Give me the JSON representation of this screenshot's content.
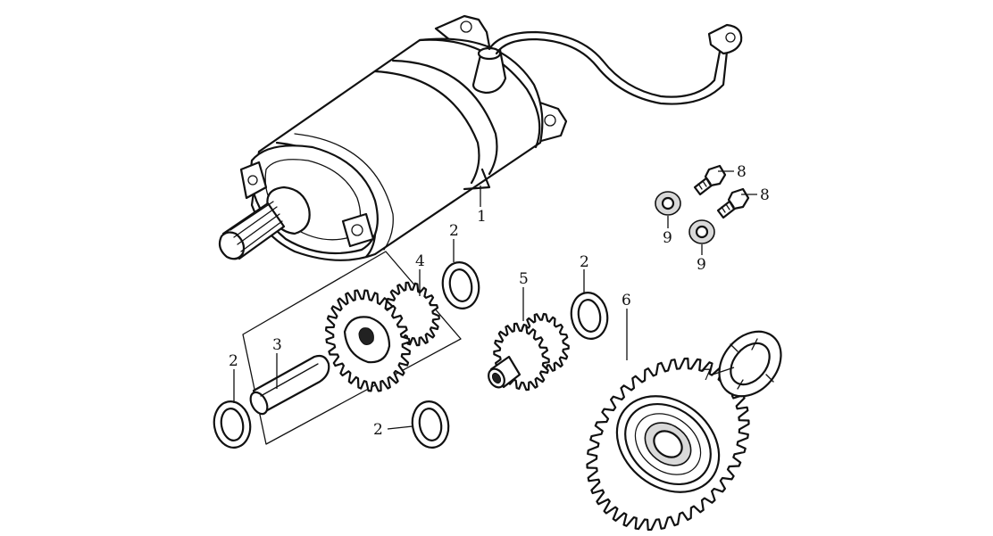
{
  "callouts": {
    "c1": "1",
    "c2a": "2",
    "c2b": "2",
    "c2c": "2",
    "c2d": "2",
    "c3": "3",
    "c4": "4",
    "c5": "5",
    "c6": "6",
    "c7": "7",
    "c8a": "8",
    "c8b": "8",
    "c9a": "9",
    "c9b": "9"
  },
  "parts": [
    {
      "number": "1",
      "icon": "starter-motor-icon"
    },
    {
      "number": "2",
      "icon": "washer-icon"
    },
    {
      "number": "3",
      "icon": "shaft-pin-icon"
    },
    {
      "number": "4",
      "icon": "double-gear-icon"
    },
    {
      "number": "5",
      "icon": "idle-gear-icon"
    },
    {
      "number": "6",
      "icon": "large-sprocket-gear-icon"
    },
    {
      "number": "7",
      "icon": "thrust-ring-icon"
    },
    {
      "number": "8",
      "icon": "bolt-icon"
    },
    {
      "number": "9",
      "icon": "small-washer-icon"
    }
  ]
}
